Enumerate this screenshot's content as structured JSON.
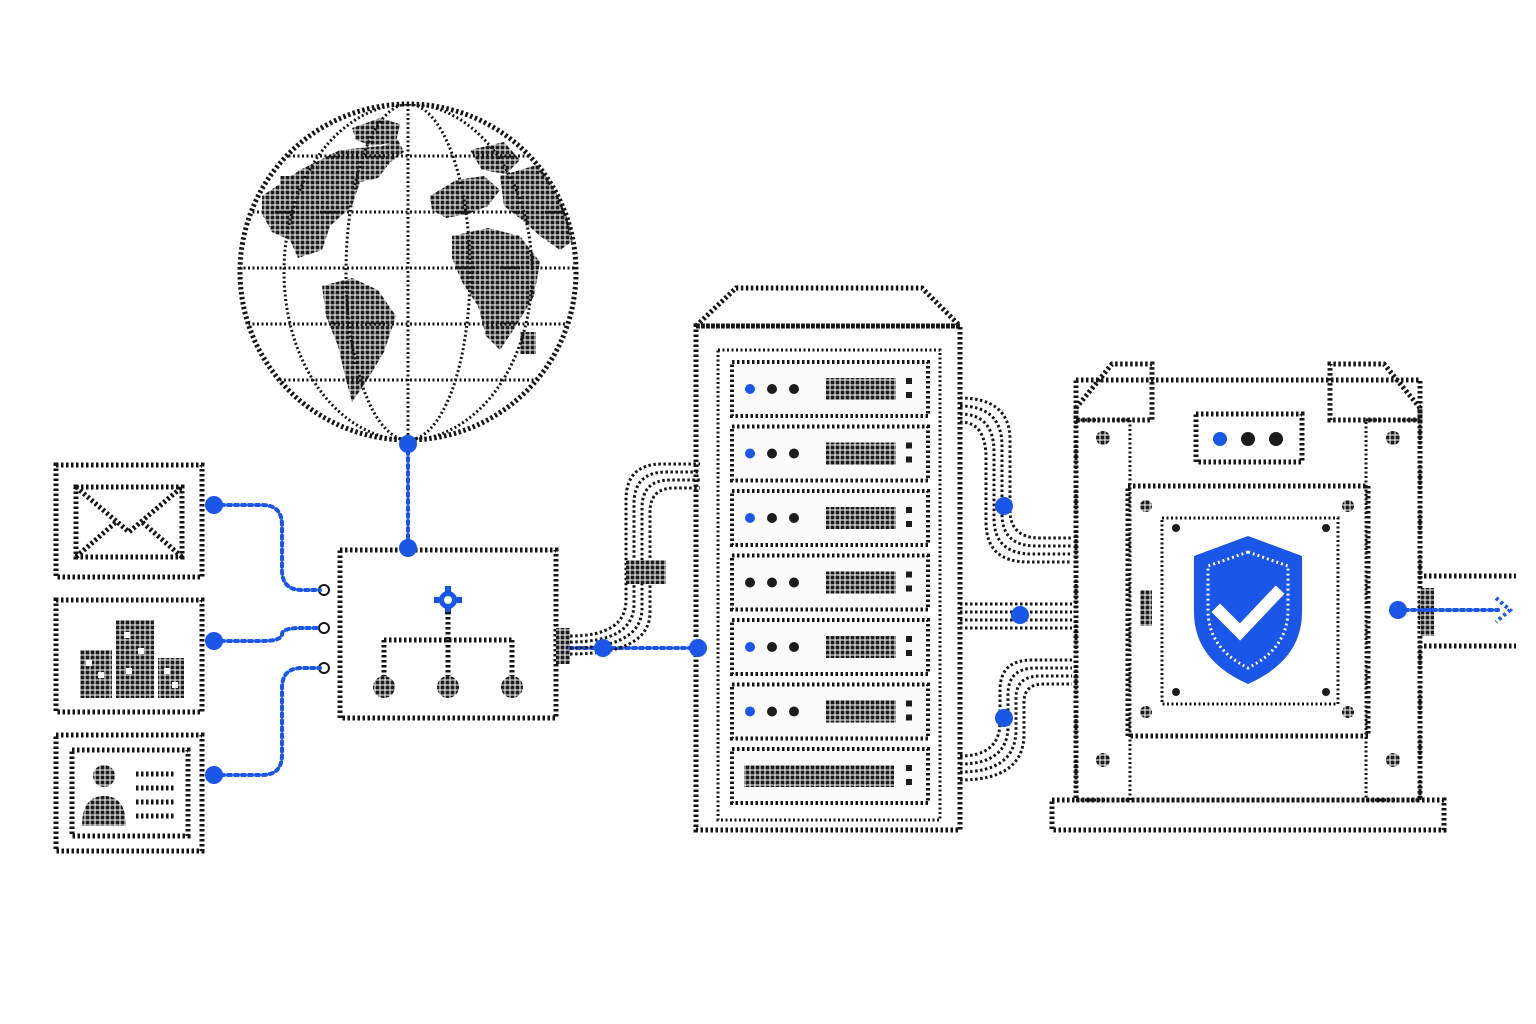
{
  "colors": {
    "accent": "#1a56e8",
    "ink": "#151515",
    "panel": "#ececec",
    "panel_light": "#f4f4f4",
    "background": "#ffffff"
  },
  "icons": {
    "globe": "globe-icon",
    "mail": "mail-icon",
    "buildings": "buildings-icon",
    "contact_card": "contact-card-icon",
    "hub": "network-hub-icon",
    "gear": "gear-icon",
    "server_rack": "server-rack-icon",
    "secure_vault": "secure-vault-icon",
    "shield": "shield-check-icon",
    "output_arrow": "arrow-right-icon"
  },
  "server_rack": {
    "units": [
      {
        "status_leds": 3,
        "accent_led": true
      },
      {
        "status_leds": 3,
        "accent_led": true
      },
      {
        "status_leds": 3,
        "accent_led": true
      },
      {
        "status_leds": 3,
        "accent_led": false
      },
      {
        "status_leds": 3,
        "accent_led": true
      },
      {
        "status_leds": 3,
        "accent_led": true
      },
      {
        "status_leds": 0,
        "accent_led": false
      }
    ]
  }
}
